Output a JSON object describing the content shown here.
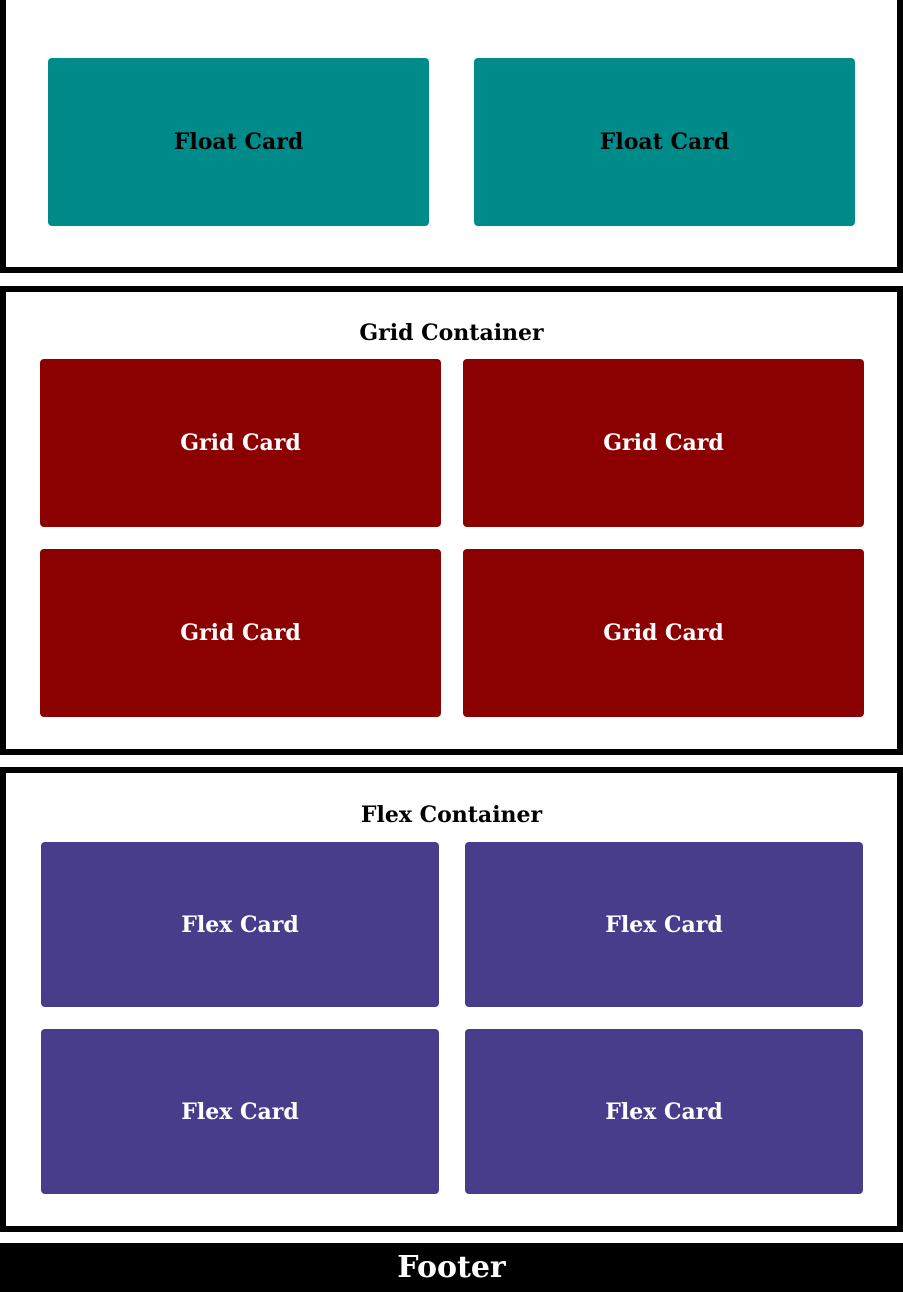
{
  "float_container": {
    "cards": [
      {
        "label": ""
      },
      {
        "label": ""
      },
      {
        "label": "Float Card"
      },
      {
        "label": "Float Card"
      }
    ]
  },
  "grid_container": {
    "title": "Grid Container",
    "cards": [
      {
        "label": "Grid Card"
      },
      {
        "label": "Grid Card"
      },
      {
        "label": "Grid Card"
      },
      {
        "label": "Grid Card"
      }
    ]
  },
  "flex_container": {
    "title": "Flex Container",
    "cards": [
      {
        "label": "Flex Card"
      },
      {
        "label": "Flex Card"
      },
      {
        "label": "Flex Card"
      },
      {
        "label": "Flex Card"
      }
    ]
  },
  "footer": {
    "text": "Footer"
  },
  "colors": {
    "float_card": "#008b8b",
    "grid_card": "#8b0000",
    "flex_card": "#483d8b",
    "footer_bg": "#000000",
    "border": "#000000"
  }
}
